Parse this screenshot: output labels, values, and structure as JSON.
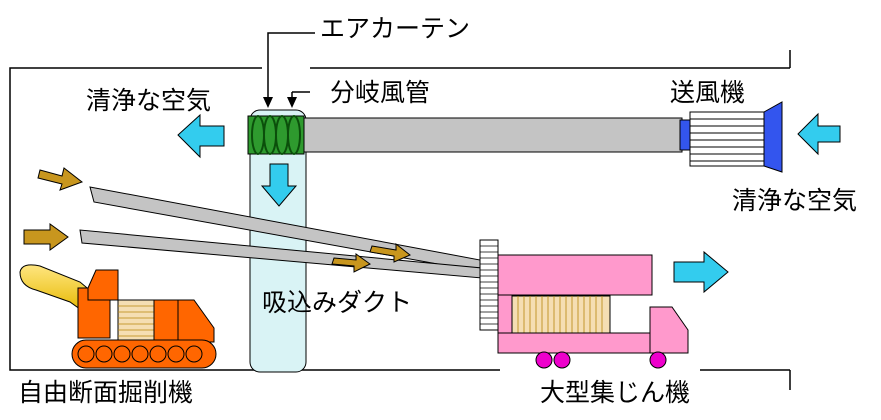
{
  "labels": {
    "air_curtain": "エアカーテン",
    "branch_duct": "分岐風管",
    "blower": "送風機",
    "clean_air_left": "清浄な空気",
    "clean_air_right": "清浄な空気",
    "suction_duct": "吸込みダクト",
    "excavator": "自由断面掘削機",
    "dust_collector": "大型集じん機"
  },
  "colors": {
    "tunnel_line": "#000000",
    "duct_gray": "#c0c0c0",
    "air_curtain_green": "#2e9a2e",
    "suction_duct_fill": "#d9f3f5",
    "clean_air_arrow": "#33ccee",
    "dirty_air_arrow": "#c8961e",
    "blower_blue": "#3355ee",
    "collector_pink": "#ff99cc",
    "wheel_magenta": "#ee00cc",
    "excavator_orange": "#ff6600",
    "excavator_arm_yellow": "#ffcc00",
    "filter_beige": "#f5deb3"
  }
}
